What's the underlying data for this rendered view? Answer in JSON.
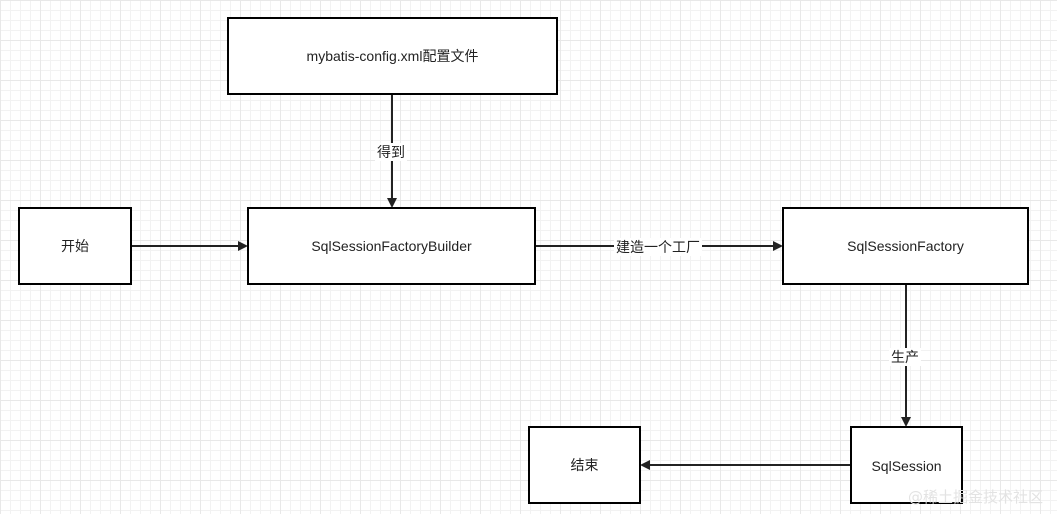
{
  "diagram": {
    "nodes": {
      "config": "mybatis-config.xml配置文件",
      "start": "开始",
      "builder": "SqlSessionFactoryBuilder",
      "factory": "SqlSessionFactory",
      "session": "SqlSession",
      "end": "结束"
    },
    "edges": {
      "get": "得到",
      "build_factory": "建造一个工厂",
      "produce": "生产"
    }
  },
  "watermark": "@稀土掘金技术社区"
}
